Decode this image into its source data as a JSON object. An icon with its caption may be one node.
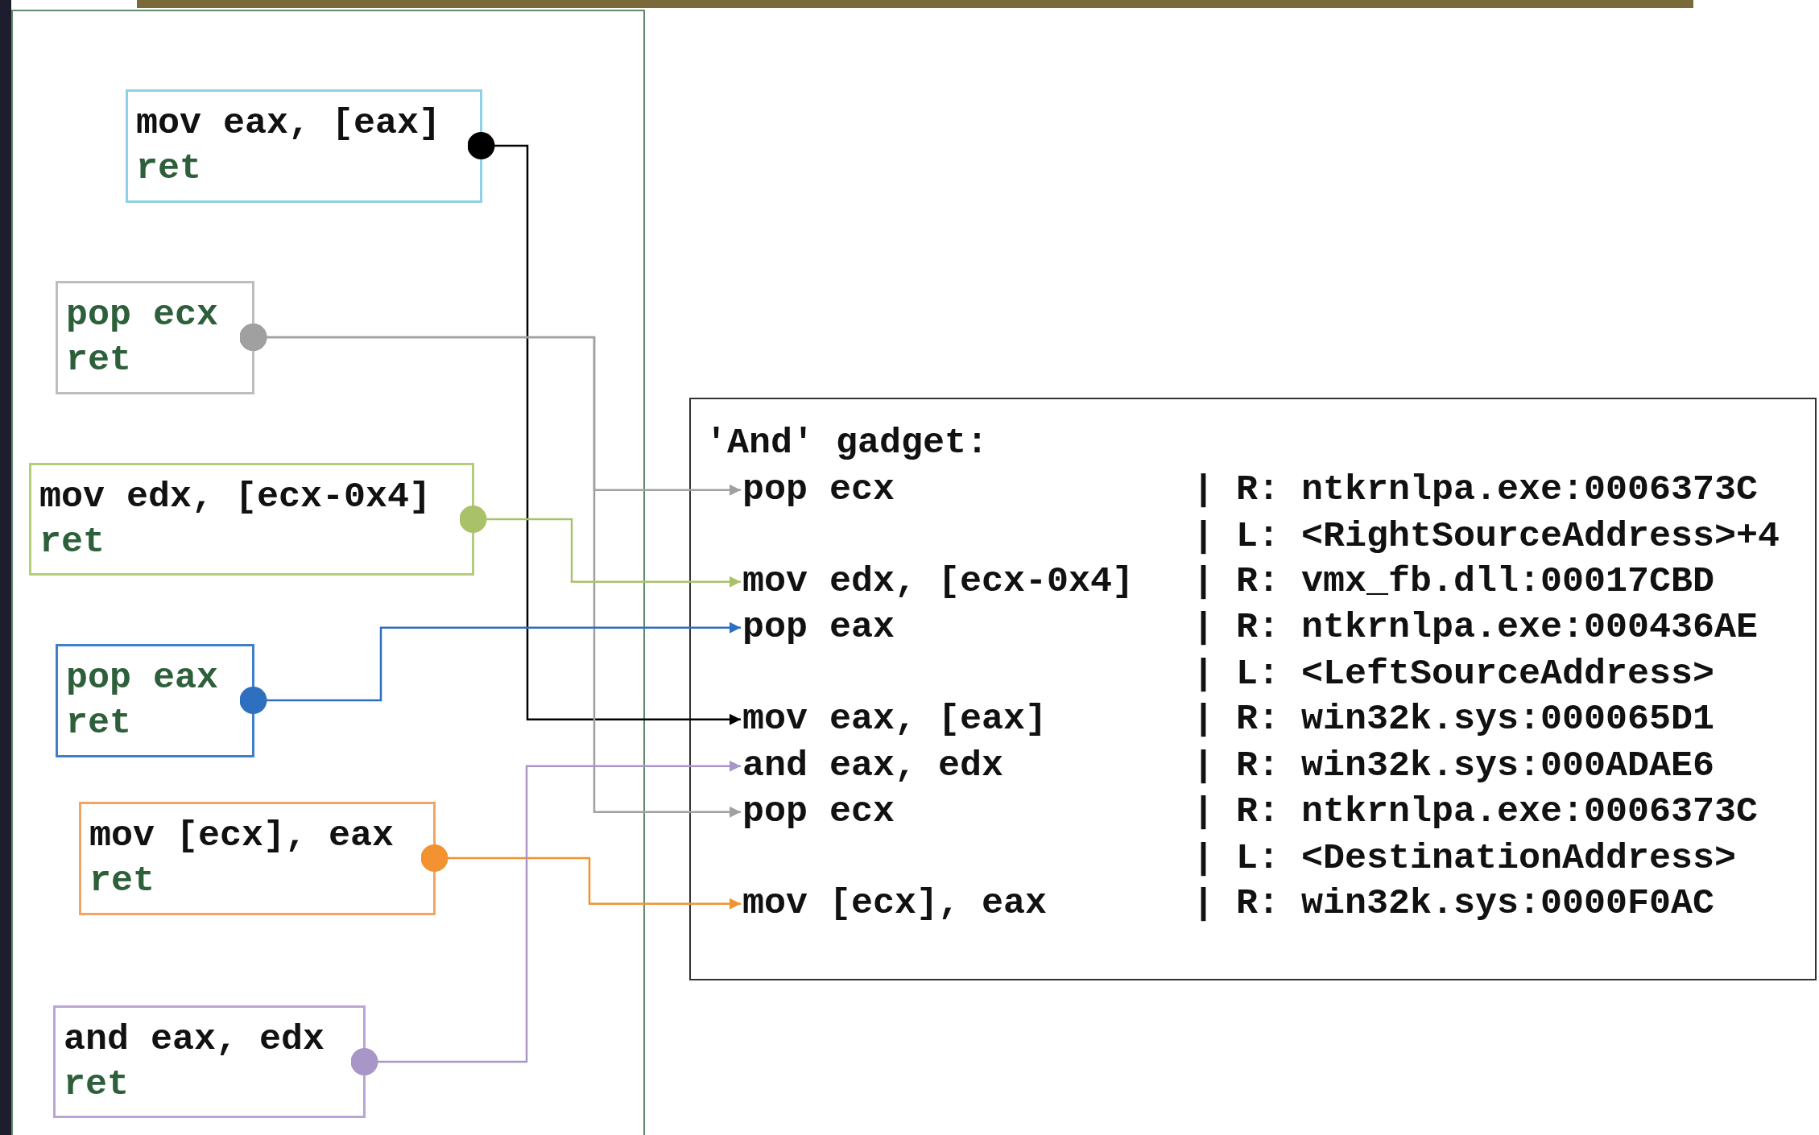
{
  "diagram": {
    "nodes": [
      {
        "text": [],
        "shape": "box"
      },
      {
        "text": [
          "mov eax, [eax]",
          "ret"
        ],
        "in": 0
      },
      {
        "text": [
          "pop ecx",
          "ret"
        ],
        "in": 0
      },
      {
        "text": [
          "mov edx, [ecx-0x4]",
          "ret"
        ],
        "in": 0
      },
      {
        "text": [
          "pop eax",
          "ret"
        ],
        "in": 0
      },
      {
        "text": [
          "mov [ecx], eax",
          "ret"
        ],
        "in": 0
      },
      {
        "text": [
          "and eax, edx",
          "ret"
        ],
        "in": 0
      },
      {
        "text": [
          "'And' gadget:"
        ]
      },
      {
        "text": [
          "pop ecx",
          "| R: ntkrnlpa.exe:0006373C",
          "| L: <RightSourceAddress>+4"
        ],
        "in": 7
      },
      {
        "text": [
          "mov edx, [ecx-0x4]",
          "| R: vmx_fb.dll:00017CBD"
        ],
        "in": 7
      },
      {
        "text": [
          "pop eax",
          "| R: ntkrnlpa.exe:000436AE",
          "| L: <LeftSourceAddress>"
        ],
        "in": 7
      },
      {
        "text": [
          "mov eax, [eax]",
          "| R: win32k.sys:000065D1"
        ],
        "in": 7
      },
      {
        "text": [
          "and eax, edx",
          "| R: win32k.sys:000ADAE6"
        ],
        "in": 7
      },
      {
        "text": [
          "pop ecx",
          "| R: ntkrnlpa.exe:0006373C",
          "| L: <DestinationAddress>"
        ],
        "in": 7
      },
      {
        "text": [
          "mov [ecx], eax",
          "| R: win32k.sys:0000F0AC"
        ],
        "in": 7
      }
    ],
    "edges": [
      {
        "from": 1,
        "to": 11,
        "arrow": "to",
        "color": "#000000"
      },
      {
        "from": 2,
        "to": 8,
        "arrow": "to",
        "color": "#a0a0a0"
      },
      {
        "from": 2,
        "to": 13,
        "arrow": "to",
        "color": "#a0a0a0"
      },
      {
        "from": 3,
        "to": 9,
        "arrow": "to",
        "color": "#a9c26a"
      },
      {
        "from": 4,
        "to": 10,
        "arrow": "to",
        "color": "#2f6fbf"
      },
      {
        "from": 5,
        "to": 14,
        "arrow": "to",
        "color": "#f39230"
      },
      {
        "from": 6,
        "to": 12,
        "arrow": "to",
        "color": "#a996c8"
      }
    ]
  }
}
